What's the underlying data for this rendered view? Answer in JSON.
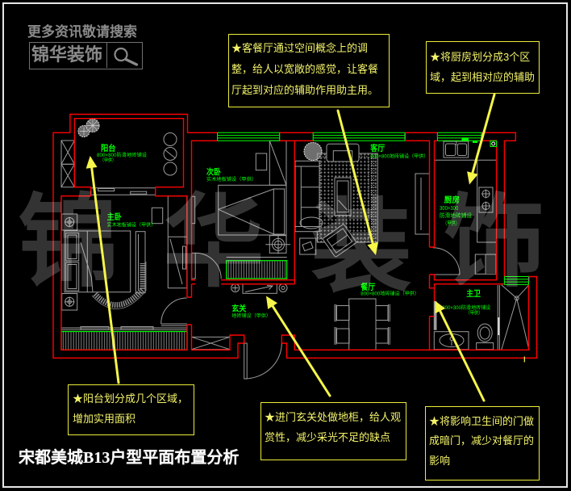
{
  "colors": {
    "background": "#000000",
    "frame": "#e6e6e6",
    "wall": "#ff0000",
    "window": "#00ff00",
    "furniture": "#9c9c9c",
    "label": "#00ff00",
    "note_text": "#f3f36a",
    "note_border": "#ecec3a",
    "arrow": "#f5f54a",
    "watermark": "#333333",
    "search": "#8a8a8a",
    "caption": "#ffffff"
  },
  "search_widget": {
    "prompt": "更多资讯敬请搜索",
    "query": "锦华装饰",
    "button_icon": "search-icon"
  },
  "watermark": {
    "chars": [
      "锦",
      "华",
      "装",
      "饰"
    ]
  },
  "floor_plan": {
    "rooms": [
      {
        "name": "阳台",
        "notes": [
          "800×800防滑地砖铺设",
          "（甲供）"
        ]
      },
      {
        "name": "主卧",
        "notes": [
          "实木地板铺设（甲供）"
        ]
      },
      {
        "name": "次卧",
        "notes": [
          "实木地板铺设（甲供）"
        ]
      },
      {
        "name": "客厅",
        "notes": [
          "800×800地砖铺设（甲供）"
        ]
      },
      {
        "name": "餐厅",
        "notes": [
          "800×800地砖铺设（甲供）"
        ]
      },
      {
        "name": "玄关",
        "notes": [
          "地砖铺设（甲供）"
        ]
      },
      {
        "name": "厨房",
        "notes": [
          "300×300",
          "防滑地砖铺设",
          "（甲供）"
        ]
      },
      {
        "name": "主卫",
        "notes": [
          "300×300防滑地砖铺设",
          "（甲供）"
        ]
      }
    ]
  },
  "annotations": [
    {
      "lines": [
        "★客餐厅通过空间概念上的调",
        "整，给人以宽敞的感觉，让客餐",
        "厅起到对应的辅助作用助主用。"
      ]
    },
    {
      "lines": [
        "★将厨房划分成3个区",
        "域，起到相对应的辅助"
      ]
    },
    {
      "lines": [
        "★阳台划分成几个区域，",
        "增加实用面积"
      ]
    },
    {
      "lines": [
        "★进门玄关处做地柜，给人观",
        "赏性，减少采光不足的缺点"
      ]
    },
    {
      "lines": [
        "★将影响卫生间的门做",
        "成暗门，减少对餐厅的",
        "影响"
      ]
    }
  ],
  "caption": "宋都美城B13户型平面布置分析"
}
